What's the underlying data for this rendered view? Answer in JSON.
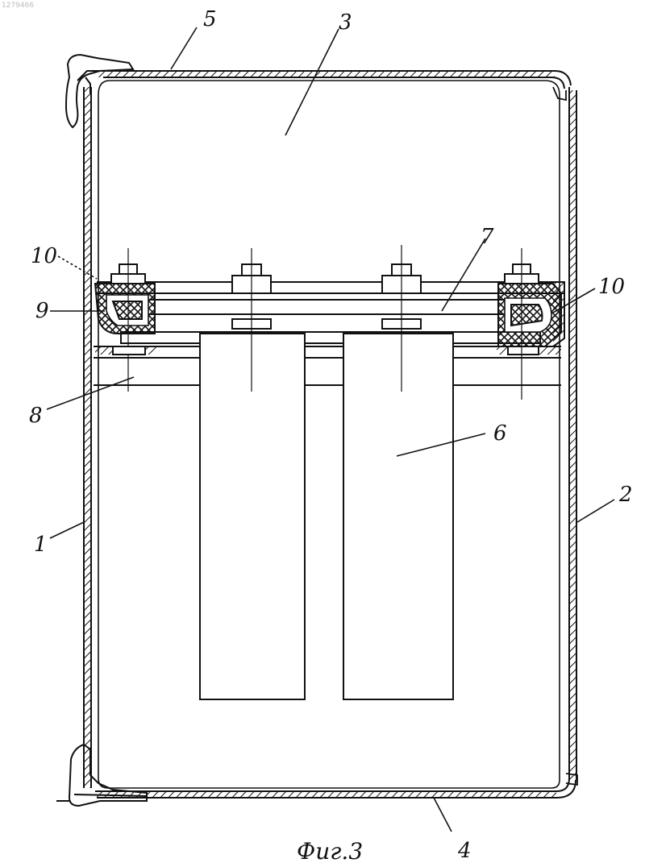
{
  "doc_number": "1279466",
  "caption": "Фиг.3",
  "callouts": [
    {
      "id": "1",
      "text": "1"
    },
    {
      "id": "2",
      "text": "2"
    },
    {
      "id": "3",
      "text": "3"
    },
    {
      "id": "4",
      "text": "4"
    },
    {
      "id": "5",
      "text": "5"
    },
    {
      "id": "6",
      "text": "6"
    },
    {
      "id": "7",
      "text": "7"
    },
    {
      "id": "8",
      "text": "8"
    },
    {
      "id": "9",
      "text": "9"
    },
    {
      "id": "10a",
      "text": "10"
    },
    {
      "id": "10b",
      "text": "10"
    }
  ]
}
